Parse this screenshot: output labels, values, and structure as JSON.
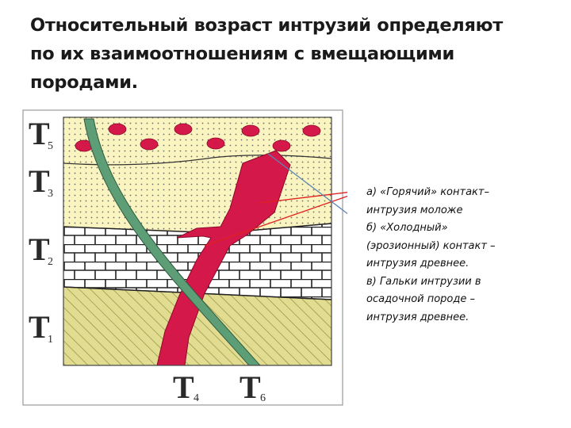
{
  "slide": {
    "title_lines": [
      "Относительный возраст интрузий определяют",
      "по их взаимоотношениям с вмещающими",
      "породами."
    ]
  },
  "diagram": {
    "layer_labels": [
      {
        "main": "T",
        "sub": "5"
      },
      {
        "main": "T",
        "sub": "3"
      },
      {
        "main": "T",
        "sub": "2"
      },
      {
        "main": "T",
        "sub": "1"
      }
    ],
    "bottom_labels": [
      {
        "main": "T",
        "sub": "4"
      },
      {
        "main": "T",
        "sub": "6"
      }
    ],
    "colors": {
      "top_layer": "#faf4c0",
      "limestone": "#ffffff",
      "lower_layer": "#e1dc90",
      "hatch": "#8a8a40",
      "intrusion_red": "#d4184a",
      "dyke_green": "#5e9e76",
      "pointer_red": "#e02020",
      "pointer_blue": "#5a86b5"
    }
  },
  "legend": {
    "lines": [
      "а) «Горячий» контакт–",
      "интрузия моложе",
      "б) «Холодный»",
      "(эрозионный) контакт –",
      "интрузия древнее.",
      "в) Гальки интрузии в",
      "осадочной породе –",
      "интрузия древнее."
    ]
  }
}
